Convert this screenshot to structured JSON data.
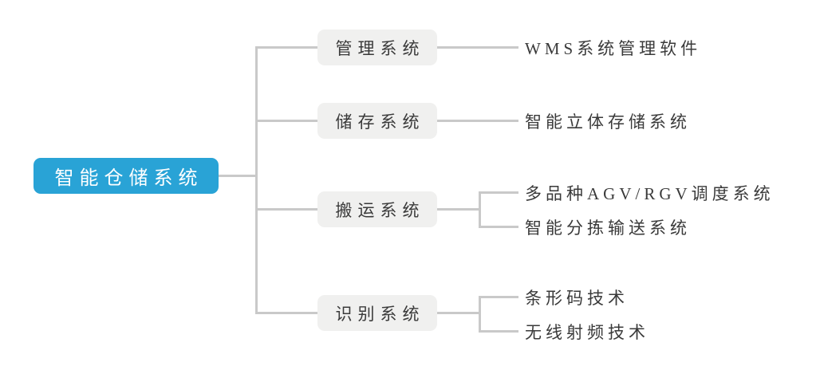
{
  "diagram": {
    "type": "mindmap-tree",
    "root": {
      "label": "智能仓储系统"
    },
    "branches": [
      {
        "label": "管理系统",
        "children": [
          "WMS系统管理软件"
        ]
      },
      {
        "label": "储存系统",
        "children": [
          "智能立体存储系统"
        ]
      },
      {
        "label": "搬运系统",
        "children": [
          "多品种AGV/RGV调度系统",
          "智能分拣输送系统"
        ]
      },
      {
        "label": "识别系统",
        "children": [
          "条形码技术",
          "无线射频技术"
        ]
      }
    ],
    "colors": {
      "root_node_bg": "#29a3d6",
      "root_node_text": "#ffffff",
      "branch_node_bg": "#f0f0ef",
      "branch_node_text": "#3a3a3a",
      "leaf_text": "#3a3a3a",
      "connector_line": "#c9c9c9",
      "background": "#ffffff"
    }
  }
}
